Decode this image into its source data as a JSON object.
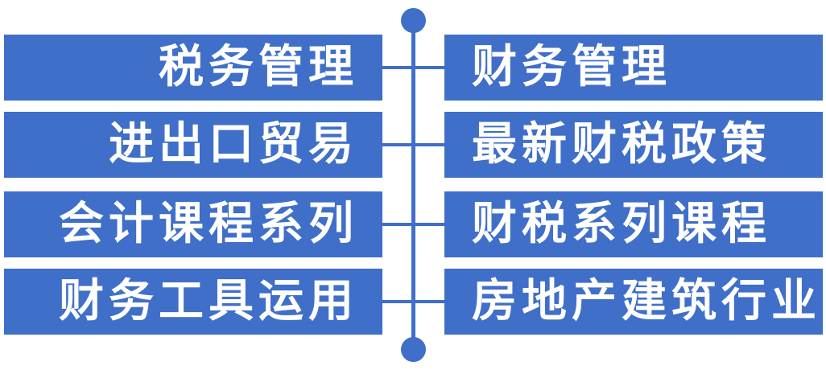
{
  "colors": {
    "box": "#3f6fc8",
    "text": "#ffffff",
    "connector": "#3f6fc8"
  },
  "left": [
    {
      "label": "税务管理"
    },
    {
      "label": "进出口贸易"
    },
    {
      "label": "会计课程系列"
    },
    {
      "label": "财务工具运用"
    }
  ],
  "right": [
    {
      "label": "财务管理"
    },
    {
      "label": "最新财税政策"
    },
    {
      "label": "财税系列课程"
    },
    {
      "label": "房地产建筑行业"
    }
  ]
}
